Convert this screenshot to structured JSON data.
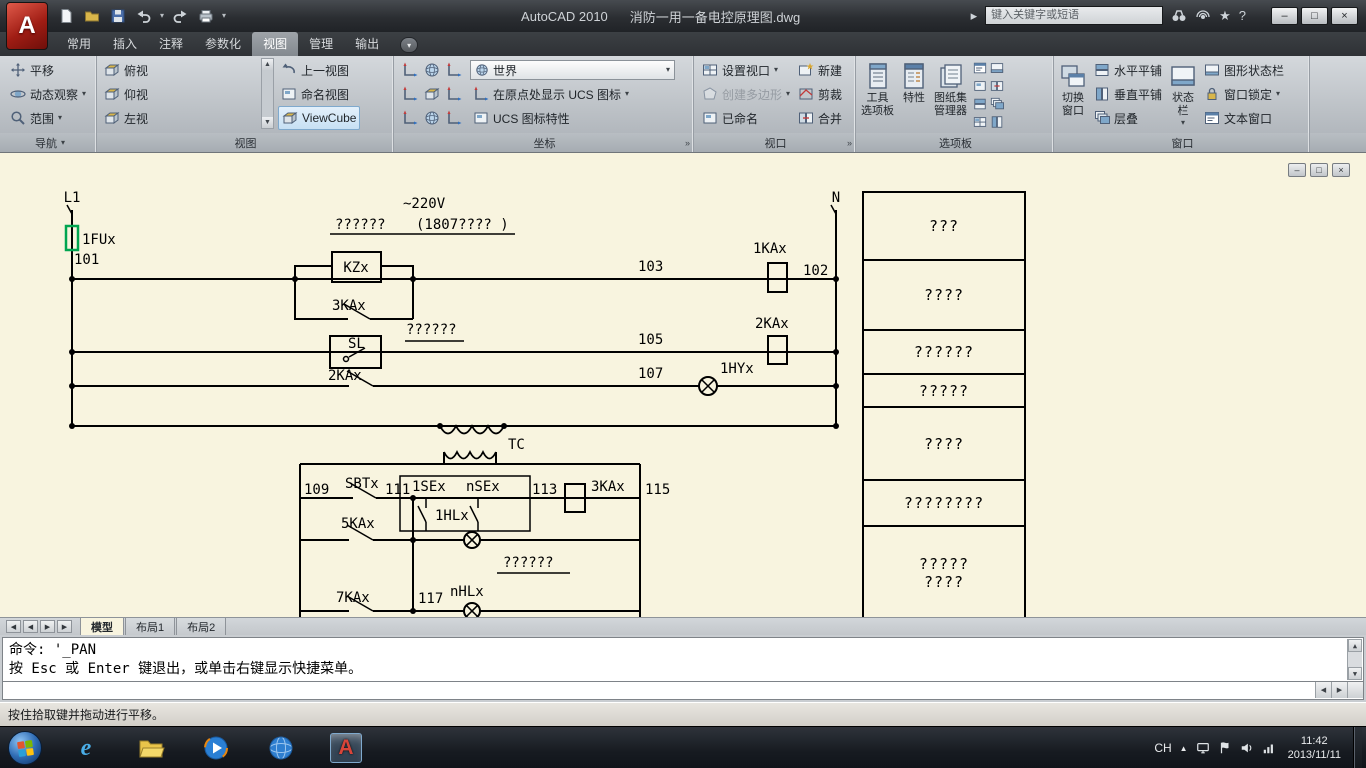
{
  "titlebar": {
    "app_title": "AutoCAD 2010",
    "doc_title": "消防一用一备电控原理图.dwg",
    "search_placeholder": "键入关键字或短语"
  },
  "icons": {
    "chevron_down": "▾",
    "chevron_right": "»",
    "expand_arrow": "▸",
    "minimize": "–",
    "maximize": "□",
    "close": "×",
    "scroll_up": "▲",
    "scroll_down": "▼",
    "arrow_left": "◀",
    "arrow_right": "▶",
    "star": "★",
    "help": "?",
    "hidden_icons": "▲",
    "ie_logo": "e",
    "autocad_logo": "A"
  },
  "ribbon": {
    "tabs": [
      "常用",
      "插入",
      "注释",
      "参数化",
      "视图",
      "管理",
      "输出"
    ],
    "active_tab": "视图",
    "panels": {
      "navigation": {
        "title": "导航",
        "pan": "平移",
        "orbit": "动态观察",
        "extents": "范围"
      },
      "views": {
        "title": "视图",
        "top": "俯视",
        "bottom": "仰视",
        "left": "左视",
        "previous": "上一视图",
        "named": "命名视图",
        "viewcube": "ViewCube"
      },
      "coordinates": {
        "title": "坐标",
        "world": "世界",
        "show_ucs_icon": "在原点处显示 UCS 图标",
        "ucs_icon_properties": "UCS 图标特性"
      },
      "viewports": {
        "title": "视口",
        "set_viewport": "设置视口",
        "create_polygonal": "创建多边形",
        "named": "已命名",
        "new": "新建",
        "clip": "剪裁",
        "join": "合并"
      },
      "palettes": {
        "title": "选项板",
        "tool_palettes": "工具\n选项板",
        "properties": "特性",
        "sheet_set_manager": "图纸集\n管理器"
      },
      "window": {
        "title": "窗口",
        "switch_windows": "切换\n窗口",
        "tile_horizontally": "水平平铺",
        "tile_vertically": "垂直平铺",
        "cascade": "层叠",
        "status_bar": "状态\n栏",
        "drawing_status_bar": "图形状态栏",
        "window_lock": "窗口锁定",
        "text_window": "文本窗口"
      }
    }
  },
  "drawing": {
    "circuit": {
      "l1": "L1",
      "n": "N",
      "voltage": "~220V",
      "title_note": "??????",
      "title_note2": "(1807???? )",
      "fuse": "1FUx",
      "wire101": "101",
      "kz_coil": "KZx",
      "ka3_contact": "3KAx",
      "wire103": "103",
      "ka1_coil": "1KAx",
      "wire102": "102",
      "sl_switch": "SL",
      "sl_note": "??????",
      "wire105": "105",
      "ka2_coil": "2KAx",
      "ka2_contact": "2KAx",
      "wire107": "107",
      "hy1_lamp": "1HYx",
      "transformer": "TC",
      "wire109": "109",
      "sbt_button": "SBTx",
      "wire111": "111",
      "se1_contact": "1SEx",
      "sen_contact": "nSEx",
      "wire113": "113",
      "ka3_coil": "3KAx",
      "wire115": "115",
      "ka5_contact": "5KAx",
      "hl1_lamp": "1HLx",
      "ka7_contact": "7KAx",
      "wire117": "117",
      "hln_lamp": "nHLx",
      "lamp_note": "??????"
    },
    "legend_rows": [
      "???",
      "????",
      "??????",
      "?????",
      "????",
      "????????",
      "?????\n????"
    ]
  },
  "layout_tabs": {
    "model": "模型",
    "layout1": "布局1",
    "layout2": "布局2"
  },
  "command": {
    "line1": "命令: '_PAN",
    "line2": "按 Esc 或 Enter 键退出，或单击右键显示快捷菜单。"
  },
  "statusbar": {
    "message": "按住拾取键并拖动进行平移。"
  },
  "taskbar": {
    "language": "CH",
    "time": "11:42",
    "date": "2013/11/11"
  }
}
